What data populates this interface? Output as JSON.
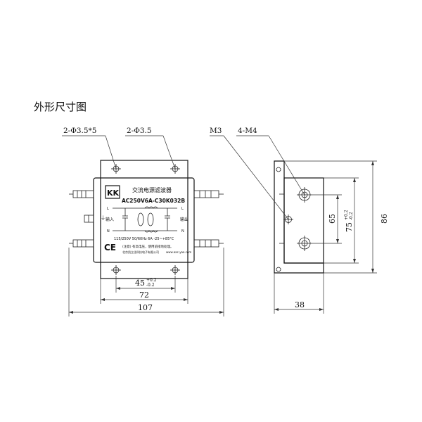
{
  "title": "外形尺寸图",
  "callouts": {
    "holes_left": "2-Φ3.5*5",
    "holes_right": "2-Φ3.5",
    "screw_m3": "M3",
    "screw_m4": "4-M4"
  },
  "dimensions": {
    "hole_spacing": "45",
    "hole_spacing_tol_upper": "+0.2",
    "hole_spacing_tol_lower": "-0.2",
    "body_width": "72",
    "overall_width": "107",
    "side_depth": "38",
    "height_inner": "65",
    "height_mid": "75",
    "height_mid_tol_upper": "+0.2",
    "height_mid_tol_lower": "-0.2",
    "height_overall": "86"
  },
  "label": {
    "brand_mark": "KK",
    "name_cn": "交流电源滤波器",
    "model": "AC250V6A-C30K032B",
    "spec": "115/250V 50/60Hz 6A -25~+85°C",
    "warning": "(注意) 有高电压，使用前接地处理。",
    "maker": "北京凯立佳科技电子有限公司",
    "website": "www.aac-yaa.com",
    "ce_mark": "CE",
    "in_label": "输入",
    "out_label": "输出",
    "l_mark": "L",
    "n_mark": "N",
    "pe_mark": "⏚"
  }
}
